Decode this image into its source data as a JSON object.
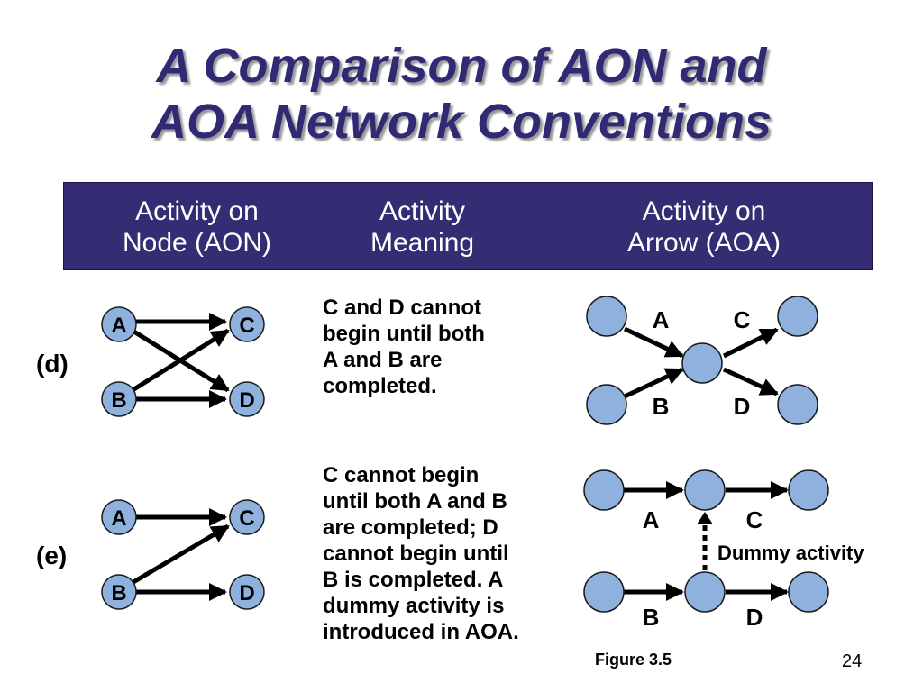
{
  "title": {
    "line1": "A Comparison of AON and",
    "line2": "AOA Network Conventions"
  },
  "header": {
    "aon": [
      "Activity on",
      "Node (AON)"
    ],
    "meaning": [
      "Activity",
      "Meaning"
    ],
    "aoa": [
      "Activity on",
      "Arrow (AOA)"
    ]
  },
  "rows": {
    "d": {
      "label": "(d)",
      "aon_nodes": [
        "A",
        "C",
        "B",
        "D"
      ],
      "meaning": [
        "C and D cannot",
        "begin until both",
        "A and B are",
        "completed."
      ],
      "aoa_labels": [
        "A",
        "C",
        "B",
        "D"
      ]
    },
    "e": {
      "label": "(e)",
      "aon_nodes": [
        "A",
        "C",
        "B",
        "D"
      ],
      "meaning": [
        "C cannot begin",
        "until both A and B",
        "are completed; D",
        "cannot begin until",
        "B is completed. A",
        "dummy activity is",
        "introduced in AOA."
      ],
      "aoa_labels": [
        "A",
        "C",
        "B",
        "D"
      ],
      "dummy_label": "Dummy activity"
    }
  },
  "figure_caption": "Figure 3.5",
  "page_number": "24",
  "colors": {
    "title": "#2f2a73",
    "header_bg": "#342d73",
    "node_fill": "#8fb1de",
    "node_stroke": "#1a1a1a"
  }
}
